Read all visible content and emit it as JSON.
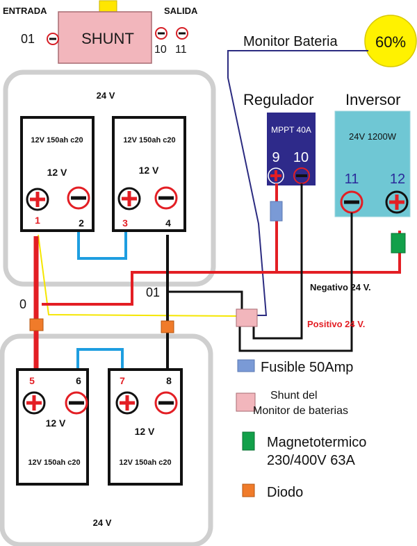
{
  "shunt": {
    "title": "SHUNT",
    "entrada": "ENTRADA",
    "salida": "SALIDA",
    "term_in": "01",
    "term_out1": "10",
    "term_out2": "11"
  },
  "monitor": {
    "label": "Monitor Bateria",
    "percent": "60%",
    "level": 0.6
  },
  "regulador": {
    "title": "Regulador",
    "model": "MPPT 40A",
    "pos_num": "9",
    "neg_num": "10"
  },
  "inversor": {
    "title": "Inversor",
    "model": "24V 1200W",
    "neg_num": "11",
    "pos_num": "12"
  },
  "bank_top": {
    "voltage": "24 V",
    "batteries": [
      {
        "spec": "12V 150ah c20",
        "voltage": "12 V",
        "pos_num": "1",
        "neg_num": "2"
      },
      {
        "spec": "12V 150ah c20",
        "voltage": "12 V",
        "pos_num": "3",
        "neg_num": "4"
      }
    ]
  },
  "bank_bottom": {
    "voltage": "24 V",
    "batteries": [
      {
        "spec": "12V 150ah c20",
        "voltage": "12 V",
        "pos_num": "5",
        "neg_num": "6"
      },
      {
        "spec": "12V 150ah c20",
        "voltage": "12 V",
        "pos_num": "7",
        "neg_num": "8"
      }
    ]
  },
  "wire_labels": {
    "zero": "0",
    "zero_one": "01",
    "negativo": "Negativo 24 V.",
    "positivo": "Positivo 24 V."
  },
  "legend": {
    "fusible": "Fusible 50Amp",
    "shunt_line1": "Shunt del",
    "shunt_line2": "Monitor de baterias",
    "magneto_line1": "Magnetotermico",
    "magneto_line2": "230/400V 63A",
    "diodo": "Diodo"
  },
  "colors": {
    "positive_wire": "#e31e24",
    "negative_wire": "#1a1a1a",
    "bridge_wire": "#1e9ee0",
    "signal_wire": "#f5e600",
    "monitor_wire": "#2b2b80",
    "regulador_box": "#2e2a8a",
    "inversor_box": "#6fc7d4",
    "shunt_box": "#f2b6bc",
    "fuse": "#7a9ad6",
    "breaker": "#12a04a",
    "diode": "#f07b2a",
    "monitor_circle": "#fff200"
  }
}
